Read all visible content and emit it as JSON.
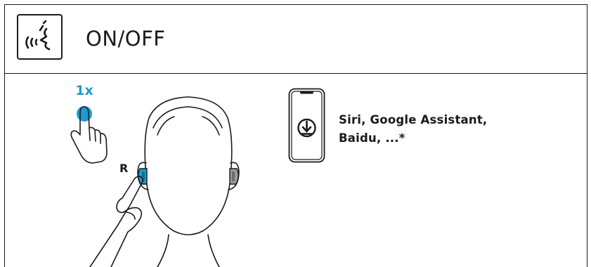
{
  "header": {
    "icon": "voice-assistant-icon",
    "title": "ON/OFF"
  },
  "gesture": {
    "tap_count": "1x",
    "side_label": "R",
    "accent_color": "#1b9bd1"
  },
  "assistant": {
    "icon": "download-icon",
    "line1": "Siri, Google Assistant,",
    "line2": "Baidu, ...*"
  }
}
